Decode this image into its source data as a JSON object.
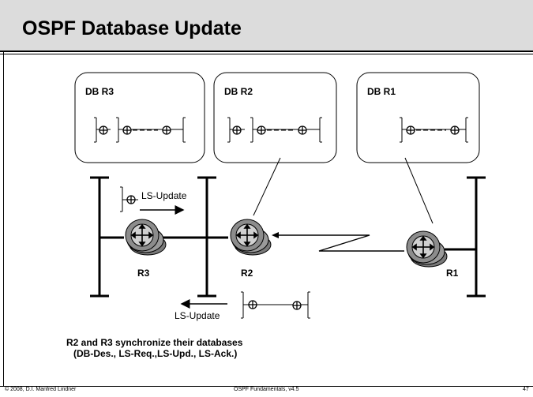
{
  "title": "OSPF Database Update",
  "databases": [
    {
      "label": "DB R3"
    },
    {
      "label": "DB R2"
    },
    {
      "label": "DB R1"
    }
  ],
  "routers": [
    {
      "label": "R3"
    },
    {
      "label": "R2"
    },
    {
      "label": "R1"
    }
  ],
  "updates": {
    "top_label": "LS-Update",
    "bottom_label": "LS-Update"
  },
  "caption": {
    "line1": "R2 and R3 synchronize their databases",
    "line2": "(DB-Des., LS-Req.,LS-Upd., LS-Ack.)"
  },
  "footer": {
    "left": "© 2008, D.I. Manfred Lindner",
    "center": "OSPF Fundamentals, v4.5",
    "page": "47"
  },
  "colors": {
    "title_bar": "#dcdcdc",
    "router_body": "#8c8c8c",
    "router_top": "#d0d0d0"
  }
}
